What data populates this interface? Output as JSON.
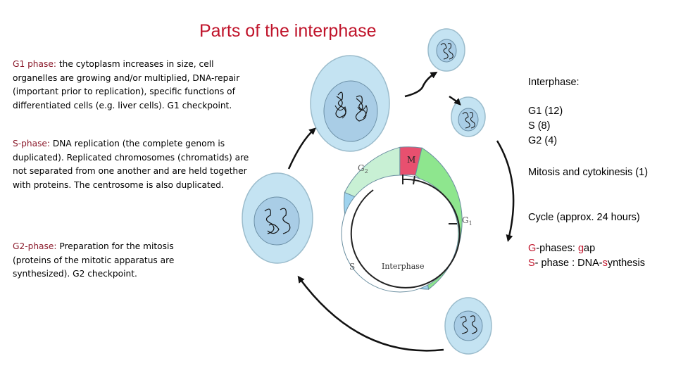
{
  "title": "Parts of the interphase",
  "left": {
    "g1": {
      "label": "G1 phase:",
      "text": " the cytoplasm increases in size, cell organelles are growing and/or multiplied, DNA-repair (important prior to replication), specific functions of differentiated cells (e.g. liver cells). G1 checkpoint."
    },
    "s": {
      "label": "S-phase:",
      "text": " DNA replication (the complete genom is duplicated). Replicated chromosomes (chromatids) are not separated from one another and are held together with proteins. The centrosome is also duplicated."
    },
    "g2": {
      "label": "G2-phase:",
      "text": " Preparation for the mitosis (proteins of the mitotic apparatus are synthesized). G2 checkpoint."
    }
  },
  "right": {
    "interphase_heading": "Interphase:",
    "durations": [
      "G1 (12)",
      "S (8)",
      "G2 (4)"
    ],
    "mitosis": "Mitosis  and  cytokinesis (1)",
    "cycle": "Cycle (approx. 24 hours)",
    "g_phases": {
      "letter": "G",
      "rest": "-phases: ",
      "word_letter": "g",
      "word_rest": "ap"
    },
    "s_phase": {
      "letter": "S",
      "rest": "- phase : DNA-",
      "word_letter": "s",
      "word_rest": "ynthesis"
    }
  },
  "diagram": {
    "labels": {
      "m": "M",
      "g2": "G",
      "g2_sub": "2",
      "g1": "G",
      "g1_sub": "1",
      "s": "S",
      "interphase": "Interphase"
    },
    "colors": {
      "m": "#e8506f",
      "g2": "#c8f0d4",
      "g1": "#8ee68e",
      "s": "#9fd3ee",
      "cell_fill": "#c4e3f2",
      "cell_stroke": "#9bbccc",
      "nucleus_fill": "#a9cde6",
      "arrow": "#111111"
    },
    "cells": [
      {
        "name": "cell-top-right",
        "size": "small"
      },
      {
        "name": "cell-right-small",
        "size": "small"
      },
      {
        "name": "cell-top-left",
        "size": "large"
      },
      {
        "name": "cell-left",
        "size": "large"
      },
      {
        "name": "cell-bottom-right",
        "size": "medium"
      }
    ]
  }
}
